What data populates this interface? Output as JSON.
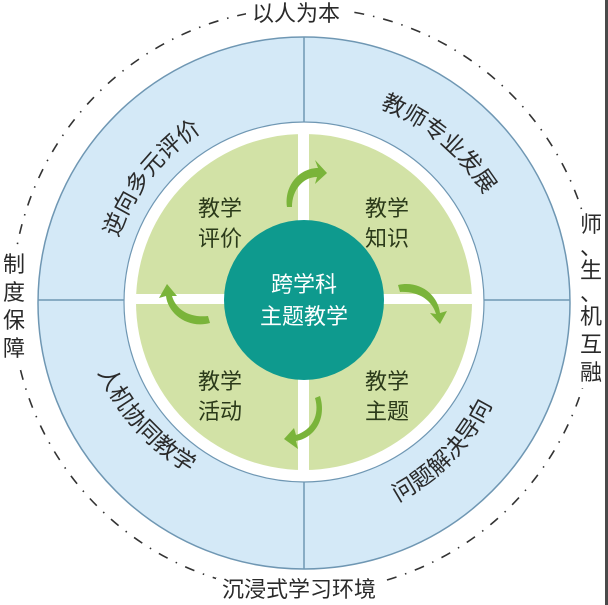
{
  "diagram": {
    "title_center": {
      "line1": "跨学科",
      "line2": "主题教学"
    },
    "quadrants": [
      {
        "position": "top-left",
        "line1": "教学",
        "line2": "评价"
      },
      {
        "position": "top-right",
        "line1": "教学",
        "line2": "知识"
      },
      {
        "position": "bottom-left",
        "line1": "教学",
        "line2": "活动"
      },
      {
        "position": "bottom-right",
        "line1": "教学",
        "line2": "主题"
      }
    ],
    "outer_ring": [
      {
        "position": "top-left",
        "text": "逆向多元评价"
      },
      {
        "position": "top-right",
        "text": "教师专业发展"
      },
      {
        "position": "bottom-left",
        "text": "人机协同教学"
      },
      {
        "position": "bottom-right",
        "text": "问题解决导向"
      }
    ],
    "perimeter": {
      "top": "以人为本",
      "bottom": "沉浸式学习环境",
      "left": "制度保障",
      "right": [
        "师",
        "、",
        "生",
        "、",
        "机",
        "互",
        "融"
      ]
    },
    "cycle_arrows": [
      "top-clockwise",
      "right-clockwise",
      "bottom-clockwise",
      "left-clockwise"
    ]
  },
  "colors": {
    "outer_ring_fill": "#d4e9f7",
    "outer_ring_stroke": "#6f97b3",
    "white_gap": "#ffffff",
    "quadrant_fill": "#d2e2a6",
    "divider": "#ffffff",
    "center_fill": "#0e9a8e",
    "arrow": "#7ab43a",
    "dash_line": "#333333"
  }
}
